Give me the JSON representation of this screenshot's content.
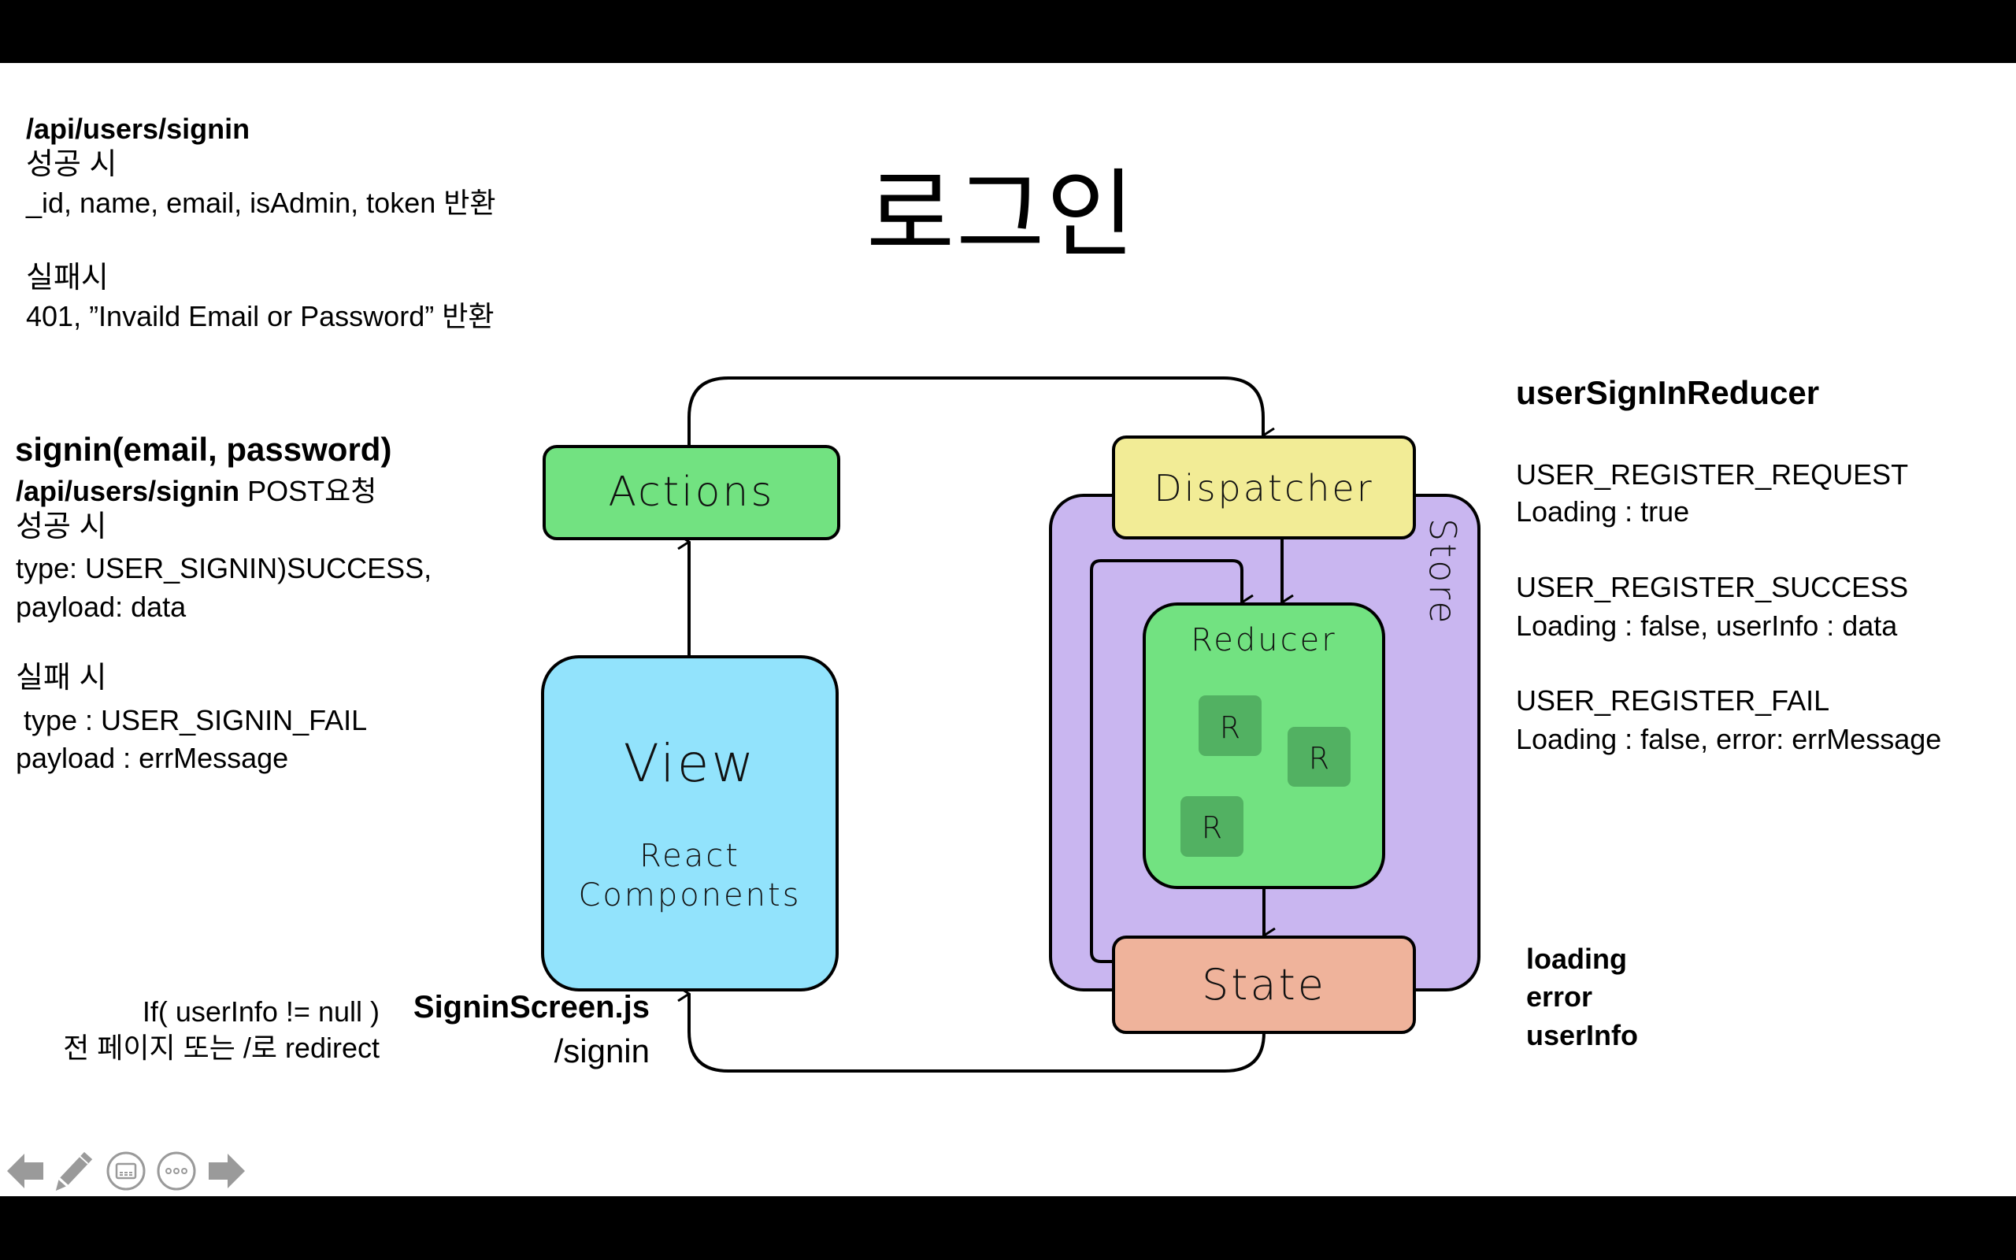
{
  "slide": {
    "title": "로그인",
    "api_response": {
      "endpoint": "/api/users/signin",
      "success_label": "성공 시",
      "success_text": "_id, name, email, isAdmin, token 반환",
      "fail_label": "실패시",
      "fail_text": "401, ”Invaild Email or Password” 반환"
    },
    "action_notes": {
      "signature": "signin(email, password)",
      "endpoint": "/api/users/signin",
      "method_text": " POST요청",
      "success_label": "성공 시",
      "success_type": "type: USER_SIGNIN)SUCCESS,",
      "success_payload": "payload: data",
      "fail_label": "실패 시",
      "fail_type": " type : USER_SIGNIN_FAIL",
      "fail_payload": "payload : errMessage"
    },
    "redirect_note": {
      "condition": "If( userInfo != null )",
      "action": "전 페이지 또는 /로 redirect"
    },
    "screen_note": {
      "file": "SigninScreen.js",
      "route": "/signin"
    },
    "reducer_notes": {
      "name": "userSignInReducer",
      "cases": [
        {
          "type": "USER_REGISTER_REQUEST",
          "result": "Loading : true"
        },
        {
          "type": "USER_REGISTER_SUCCESS",
          "result": "Loading : false, userInfo : data"
        },
        {
          "type": "USER_REGISTER_FAIL",
          "result": "Loading : false, error: errMessage"
        }
      ]
    },
    "state_fields": [
      "loading",
      "error",
      "userInfo"
    ]
  },
  "diagram": {
    "nodes": {
      "actions": {
        "label": "Actions",
        "color": "#72E281"
      },
      "view": {
        "label": "View",
        "sublabel_1": "React",
        "sublabel_2": "Components",
        "color": "#92E3FC"
      },
      "dispatcher": {
        "label": "Dispatcher",
        "color": "#F2EC96"
      },
      "store": {
        "label": "Store",
        "color": "#C9B6F0"
      },
      "reducer": {
        "label": "Reducer",
        "color": "#72E281"
      },
      "reducer_items": [
        "R",
        "R",
        "R"
      ],
      "reducer_item_color": "#52B162",
      "state": {
        "label": "State",
        "color": "#EFB39B"
      }
    },
    "edges": [
      {
        "from": "view",
        "to": "actions"
      },
      {
        "from": "actions",
        "to": "dispatcher"
      },
      {
        "from": "dispatcher",
        "to": "reducer"
      },
      {
        "from": "state",
        "to": "reducer"
      },
      {
        "from": "reducer",
        "to": "state"
      },
      {
        "from": "state",
        "to": "view"
      }
    ]
  },
  "toolbar": {
    "items": [
      {
        "icon": "previous-slide-icon"
      },
      {
        "icon": "pen-icon"
      },
      {
        "icon": "subtitles-icon"
      },
      {
        "icon": "more-options-icon"
      },
      {
        "icon": "next-slide-icon"
      }
    ],
    "icon_color": "#9A9A9A"
  }
}
